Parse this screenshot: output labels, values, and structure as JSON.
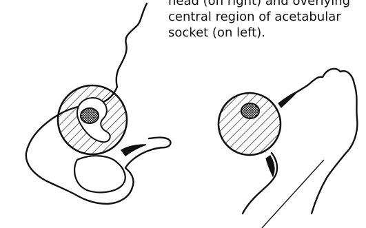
{
  "caption": {
    "lines": [
      "head (on right) and overlying",
      "central region of acetabular",
      "socket (on left)."
    ]
  },
  "colors": {
    "ink": "#111111",
    "background": "#ffffff"
  }
}
